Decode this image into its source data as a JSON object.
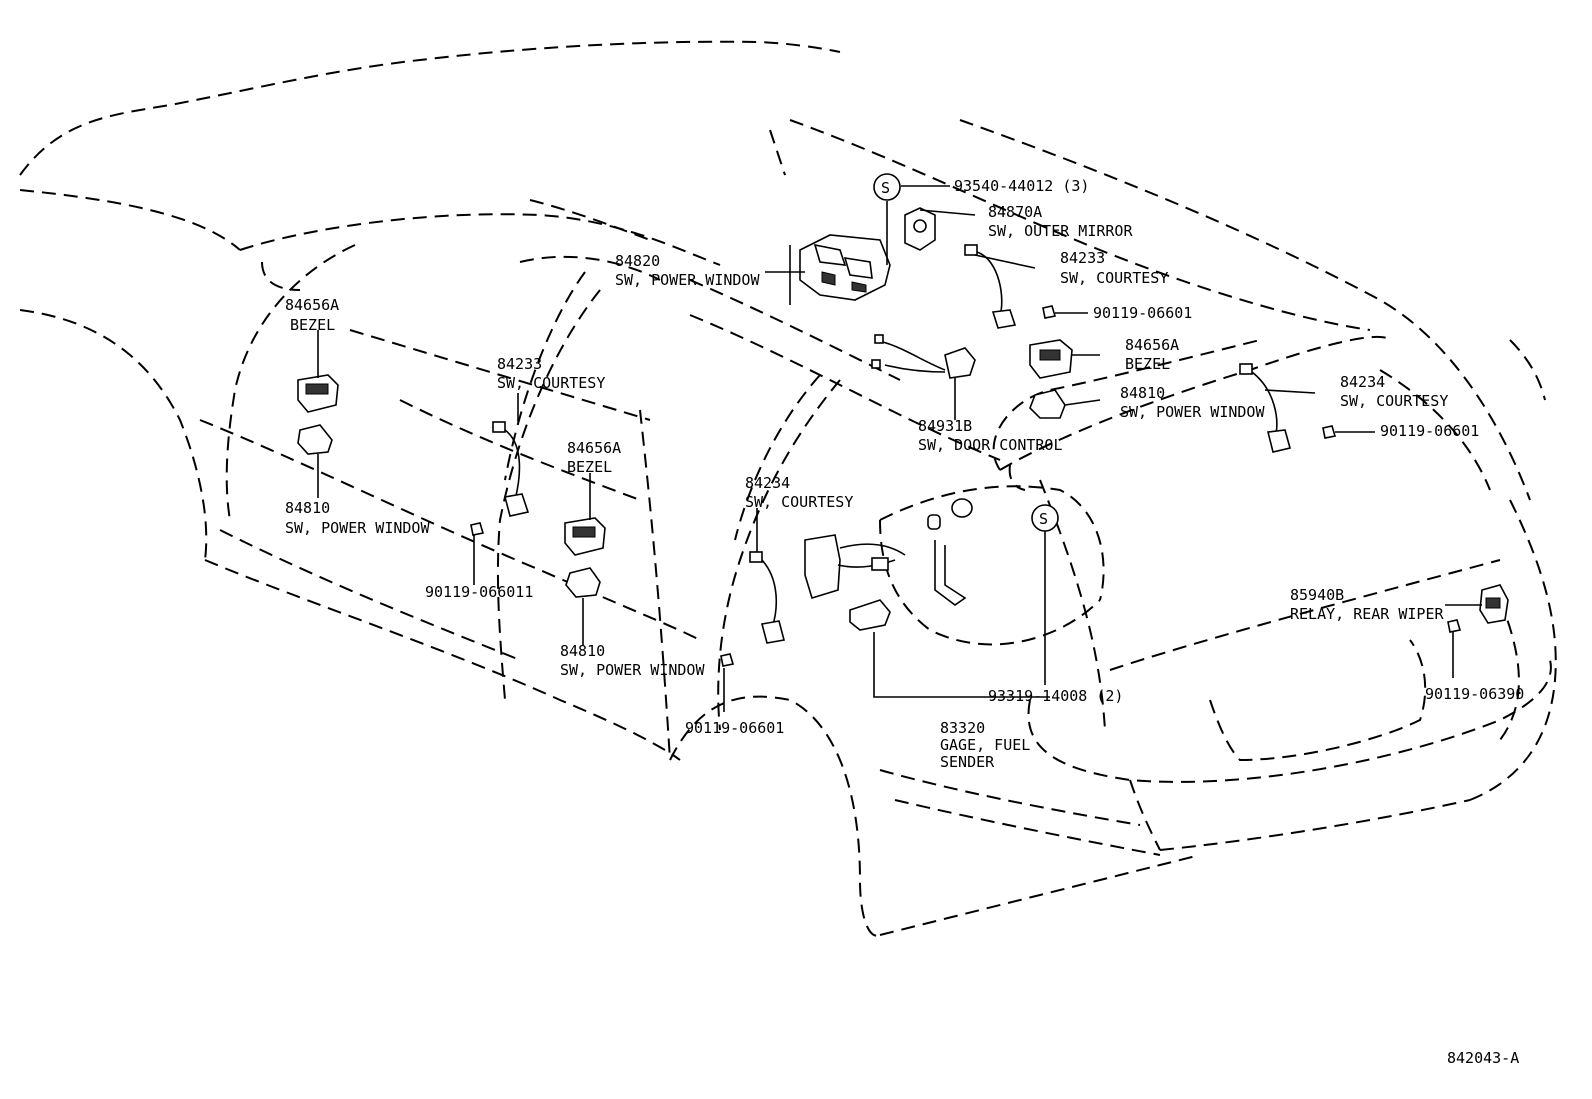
{
  "diagram_code": "842043-A",
  "symbol_s": "S",
  "callouts": {
    "c_93540": {
      "num": "93540-44012 (3)"
    },
    "c_84870A": {
      "num": "84870A",
      "name": "SW, OUTER MIRROR"
    },
    "c_84233_r": {
      "num": "84233",
      "name": "SW, COURTESY"
    },
    "c_90119_r1": {
      "num": "90119-06601"
    },
    "c_84656A_r": {
      "num": "84656A",
      "name": "BEZEL"
    },
    "c_84810_r": {
      "num": "84810",
      "name": "SW, POWER WINDOW"
    },
    "c_84234_r": {
      "num": "84234",
      "name": "SW, COURTESY"
    },
    "c_90119_r2": {
      "num": "90119-06601"
    },
    "c_84820": {
      "num": "84820",
      "name": "SW, POWER WINDOW"
    },
    "c_84931B": {
      "num": "84931B",
      "name": "SW, DOOR CONTROL"
    },
    "c_84656A_l": {
      "num": "84656A",
      "name": "BEZEL"
    },
    "c_84810_l": {
      "num": "84810",
      "name": "SW, POWER WINDOW"
    },
    "c_84233_l": {
      "num": "84233",
      "name": "SW, COURTESY"
    },
    "c_90119_l": {
      "num": "90119-066011"
    },
    "c_84656A_m": {
      "num": "84656A",
      "name": "BEZEL"
    },
    "c_84810_m": {
      "num": "84810",
      "name": "SW, POWER WINDOW"
    },
    "c_84234_m": {
      "num": "84234",
      "name": "SW, COURTESY"
    },
    "c_90119_m": {
      "num": "90119-06601"
    },
    "c_85940B": {
      "num": "85940B",
      "name": "RELAY, REAR WIPER"
    },
    "c_90119_06390": {
      "num": "90119-06390"
    },
    "c_93319": {
      "num": "93319-14008 (2)"
    },
    "c_83320": {
      "num": "83320",
      "name": "GAGE, FUEL",
      "name2": "SENDER"
    }
  }
}
